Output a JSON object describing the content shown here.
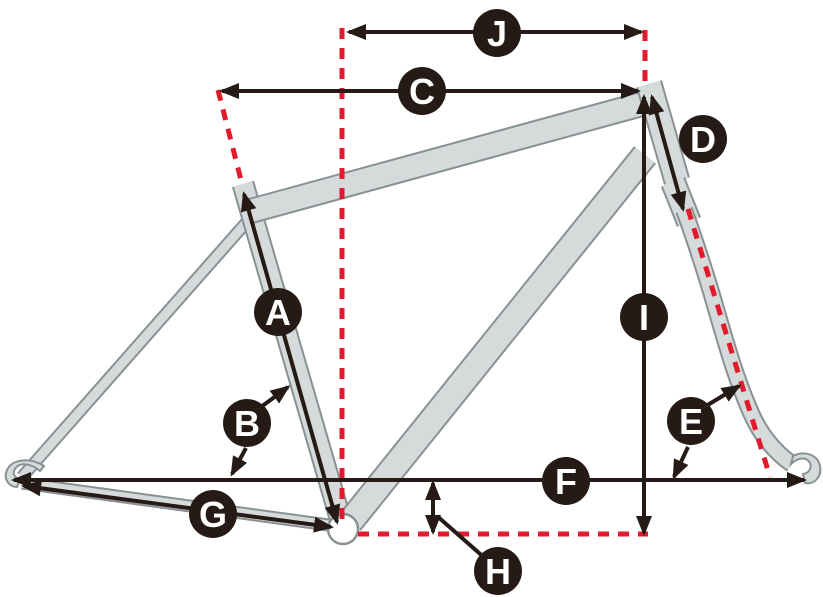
{
  "diagram_type": "bicycle-frame-geometry",
  "labels": {
    "a": "A",
    "b": "B",
    "c": "C",
    "d": "D",
    "e": "E",
    "f": "F",
    "g": "G",
    "h": "H",
    "i": "I",
    "j": "J"
  },
  "colors": {
    "background": "#ffffff",
    "frame_fill": "#d5dadb",
    "frame_outline": "#8a9194",
    "measure_line": "#251a15",
    "badge_fill": "#251a15",
    "badge_text": "#ffffff",
    "reference_dash": "#e11a2c"
  }
}
